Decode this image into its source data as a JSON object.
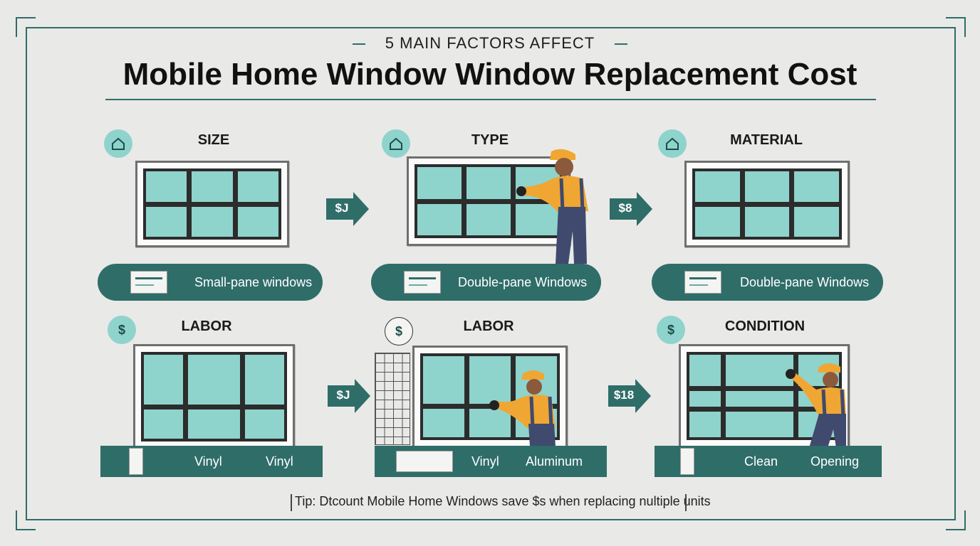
{
  "header": {
    "subtitle": "5 MAIN FACTORS AFFECT",
    "title": "Mobile Home Window Window Replacement Cost"
  },
  "panels": [
    {
      "label": "SIZE",
      "badge": "",
      "pill_text": "Small-pane windows"
    },
    {
      "label": "TYPE",
      "badge": "",
      "pill_text": "Double-pane Windows"
    },
    {
      "label": "MATERIAL",
      "badge": "",
      "pill_text": "Double-pane Windows"
    },
    {
      "label": "LABOR",
      "badge": "$",
      "base_left": "Vinyl",
      "base_right": "Vinyl"
    },
    {
      "label": "LABOR",
      "badge": "$",
      "base_left": "Vinyl",
      "base_right": "Aluminum"
    },
    {
      "label": "CONDITION",
      "badge": "$",
      "base_left": "Clean",
      "base_right": "Opening"
    }
  ],
  "arrows": [
    "$J",
    "$8",
    "$J",
    "$18"
  ],
  "tip": "Tip: Dtcount Mobile Home Windows save $s when replacing nultiple units",
  "colors": {
    "teal_dark": "#2f6d69",
    "teal_light": "#8fd3cd",
    "background": "#e9e9e7",
    "worker_shirt": "#f0a632",
    "worker_overall": "#3f4a6e"
  }
}
